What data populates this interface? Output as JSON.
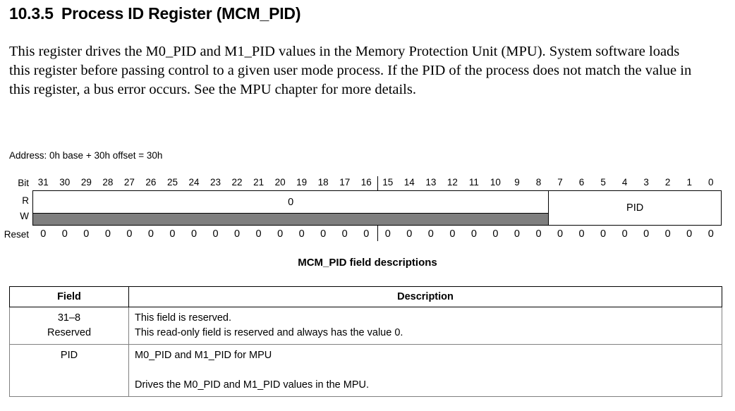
{
  "heading": {
    "number": "10.3.5",
    "title": "Process ID Register (MCM_PID)"
  },
  "body_paragraph": "This register drives the M0_PID and M1_PID values in the Memory Protection Unit (MPU). System software loads this register before passing control to a given user mode process. If the PID of the process does not match the value in this register, a bus error occurs. See the MPU chapter for more details.",
  "address_line": "Address: 0h base + 30h offset = 30h",
  "register_diagram": {
    "bit_label": "Bit",
    "r_label": "R",
    "w_label": "W",
    "reset_label": "Reset",
    "bit_numbers": [
      "31",
      "30",
      "29",
      "28",
      "27",
      "26",
      "25",
      "24",
      "23",
      "22",
      "21",
      "20",
      "19",
      "18",
      "17",
      "16",
      "15",
      "14",
      "13",
      "12",
      "11",
      "10",
      "9",
      "8",
      "7",
      "6",
      "5",
      "4",
      "3",
      "2",
      "1",
      "0"
    ],
    "reset_values": [
      "0",
      "0",
      "0",
      "0",
      "0",
      "0",
      "0",
      "0",
      "0",
      "0",
      "0",
      "0",
      "0",
      "0",
      "0",
      "0",
      "0",
      "0",
      "0",
      "0",
      "0",
      "0",
      "0",
      "0",
      "0",
      "0",
      "0",
      "0",
      "0",
      "0",
      "0",
      "0"
    ],
    "reserved_field_value": "0",
    "pid_field_label": "PID"
  },
  "table_caption": "MCM_PID field descriptions",
  "field_table": {
    "headers": {
      "field": "Field",
      "description": "Description"
    },
    "rows": [
      {
        "field": "31–8\nReserved",
        "description_line1": "This field is reserved.",
        "description_line2": "This read-only field is reserved and always has the value 0."
      },
      {
        "field": "PID",
        "description_line1": "M0_PID and M1_PID for MPU",
        "description_line2": "Drives the M0_PID and M1_PID values in the MPU."
      }
    ]
  },
  "colors": {
    "write_field_gray": "#7f7f7f",
    "border_black": "#000000",
    "border_gray": "#808080"
  }
}
